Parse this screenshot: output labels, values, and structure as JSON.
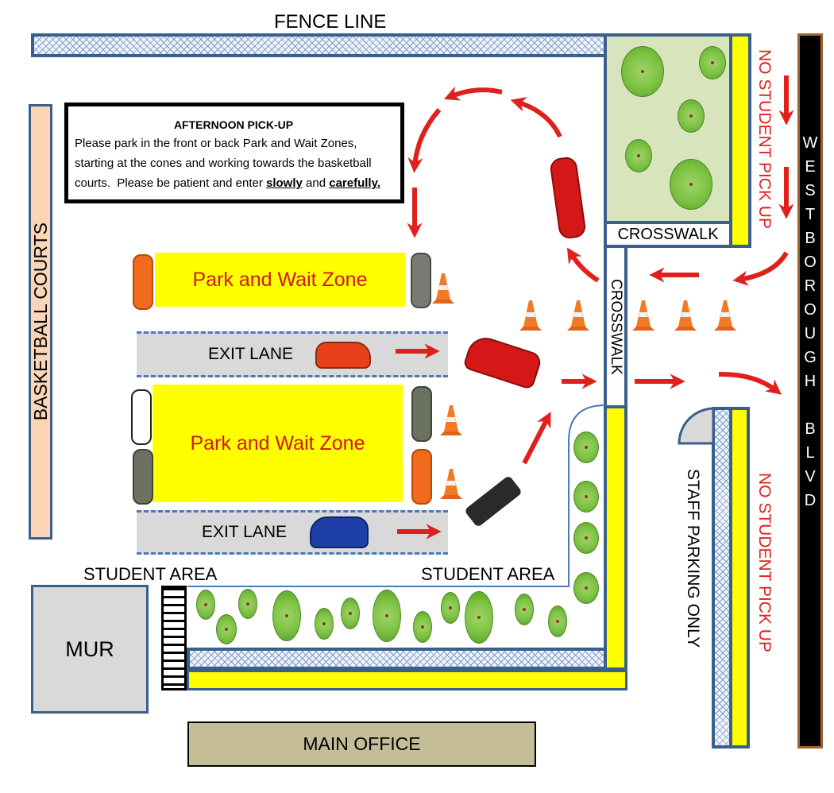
{
  "title": "Afternoon Pick-Up Traffic Map",
  "labels": {
    "fence_line": "FENCE LINE",
    "basketball_courts": "BASKETBALL COURTS",
    "crosswalk_top": "CROSSWALK",
    "crosswalk_vertical": "CROSSWALK",
    "no_pickup_top": "NO STUDENT PICK UP",
    "no_pickup_bottom": "NO STUDENT PICK UP",
    "staff_parking": "STAFF PARKING ONLY",
    "street_letters_top": [
      "W",
      "E",
      "S",
      "T",
      "B",
      "O",
      "R",
      "O",
      "U",
      "G",
      "H"
    ],
    "street_letters_bottom": [
      "B",
      "L",
      "V",
      "D"
    ],
    "student_area_left": "STUDENT AREA",
    "student_area_right": "STUDENT AREA",
    "mur": "MUR",
    "main_office": "MAIN OFFICE"
  },
  "notice": {
    "heading": "AFTERNOON PICK-UP",
    "line1": "Please park in the front or back Park and Wait Zones,",
    "line2": "starting at the cones and working towards the basketball",
    "line3_prefix": "courts.  Please be patient and enter ",
    "line3_em1": "slowly",
    "line3_mid": " and ",
    "line3_em2": "carefully."
  },
  "zones": [
    {
      "label": "Park and Wait Zone"
    },
    {
      "label": "Park and Wait Zone"
    }
  ],
  "exit_lanes": [
    {
      "label": "EXIT LANE"
    },
    {
      "label": "EXIT LANE"
    }
  ],
  "colors": {
    "zone_yellow": "#ffff00",
    "arrow_red": "#e0201c",
    "fence_border": "#3a5f8c",
    "court_fill": "#fbd5b5",
    "office_fill": "#c4bd97",
    "mur_fill": "#d9d9d9",
    "street": "#000000",
    "street_edge": "#a0622d"
  }
}
